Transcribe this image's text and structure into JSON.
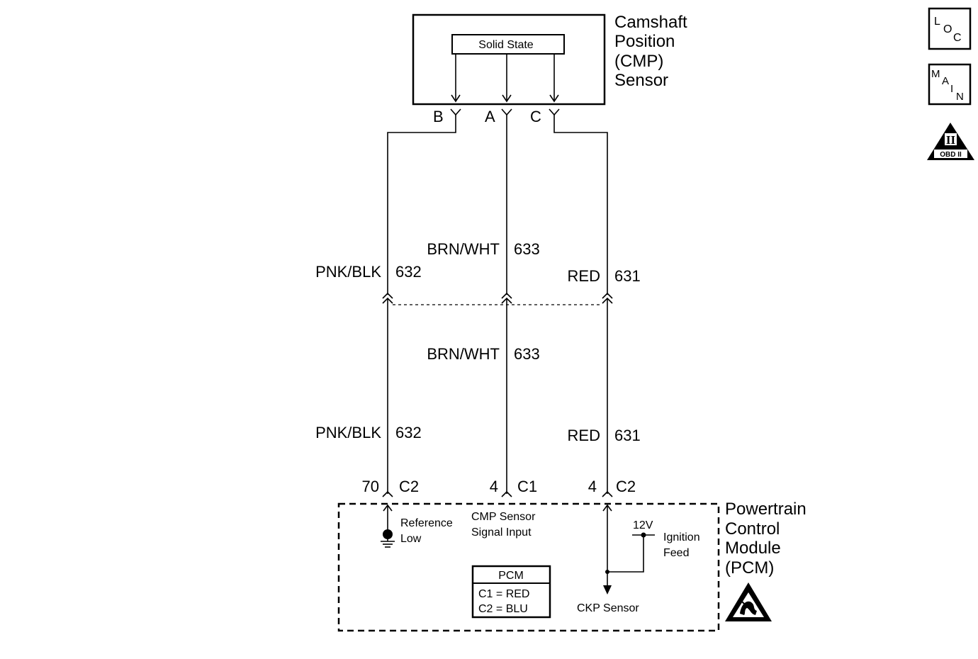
{
  "sensor": {
    "title_lines": [
      "Camshaft",
      "Position",
      "(CMP)",
      "Sensor"
    ],
    "inner_label": "Solid State",
    "pins": [
      "B",
      "A",
      "C"
    ]
  },
  "wires_upper": [
    {
      "color": "PNK/BLK",
      "circuit": "632"
    },
    {
      "color": "BRN/WHT",
      "circuit": "633"
    },
    {
      "color": "RED",
      "circuit": "631"
    }
  ],
  "wires_lower": [
    {
      "color": "PNK/BLK",
      "circuit": "632"
    },
    {
      "color": "BRN/WHT",
      "circuit": "633"
    },
    {
      "color": "RED",
      "circuit": "631"
    }
  ],
  "pcm_pins": [
    {
      "pin": "70",
      "connector": "C2"
    },
    {
      "pin": "4",
      "connector": "C1"
    },
    {
      "pin": "4",
      "connector": "C2"
    }
  ],
  "pcm": {
    "title_lines": [
      "Powertrain",
      "Control",
      "Module",
      "(PCM)"
    ],
    "reference_low": [
      "Reference",
      "Low"
    ],
    "cmp_signal": [
      "CMP Sensor",
      "Signal Input"
    ],
    "voltage": "12V",
    "ignition_feed": [
      "Ignition",
      "Feed"
    ],
    "ckp_sensor": "CKP Sensor",
    "legend": {
      "title": "PCM",
      "rows": [
        "C1 = RED",
        "C2 = BLU"
      ]
    }
  },
  "side_icons": {
    "loc": [
      "L",
      "O",
      "C"
    ],
    "main": [
      "M",
      "A",
      "I",
      "N"
    ],
    "obd": {
      "numeral": "II",
      "text": "OBD II"
    }
  }
}
